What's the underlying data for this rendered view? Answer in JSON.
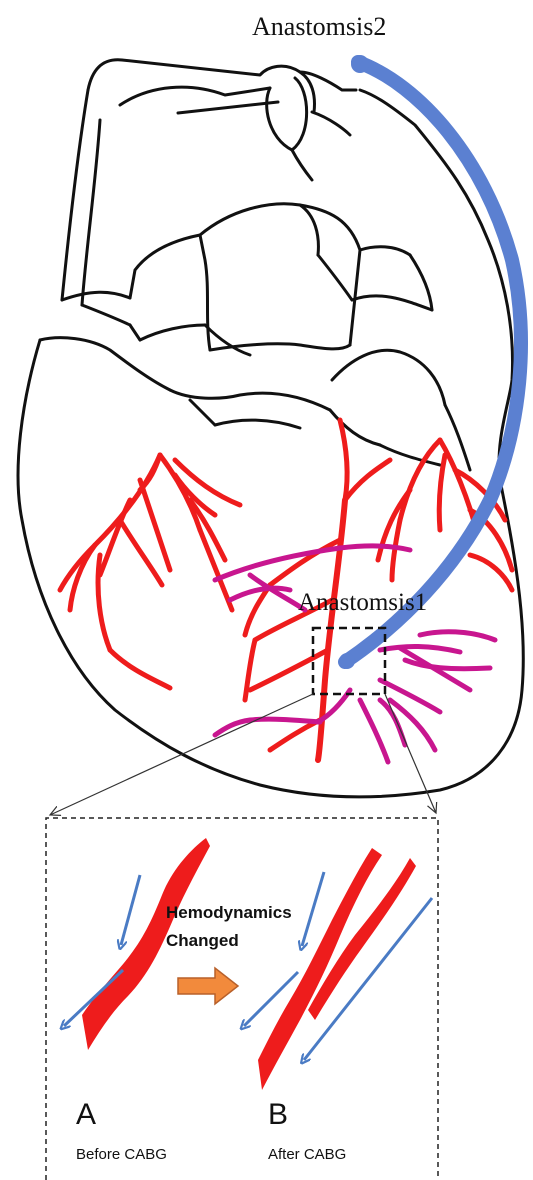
{
  "labels": {
    "anastomosis_top": "Anastomsis2",
    "anastomosis_mid": "Anastomsis1",
    "hemodynamics_line1": "Hemodynamics",
    "hemodynamics_line2": "Changed",
    "panel_a_letter": "A",
    "panel_a_caption": "Before CABG",
    "panel_b_letter": "B",
    "panel_b_caption": "After CABG"
  },
  "colors": {
    "outline": "#111111",
    "coronary_artery": "#ee1c1c",
    "secondary_branches": "#c8168f",
    "bypass_graft": "#5b80d1",
    "flow_arrows": "#4a7bc4",
    "change_arrow": "#f28a3c"
  }
}
